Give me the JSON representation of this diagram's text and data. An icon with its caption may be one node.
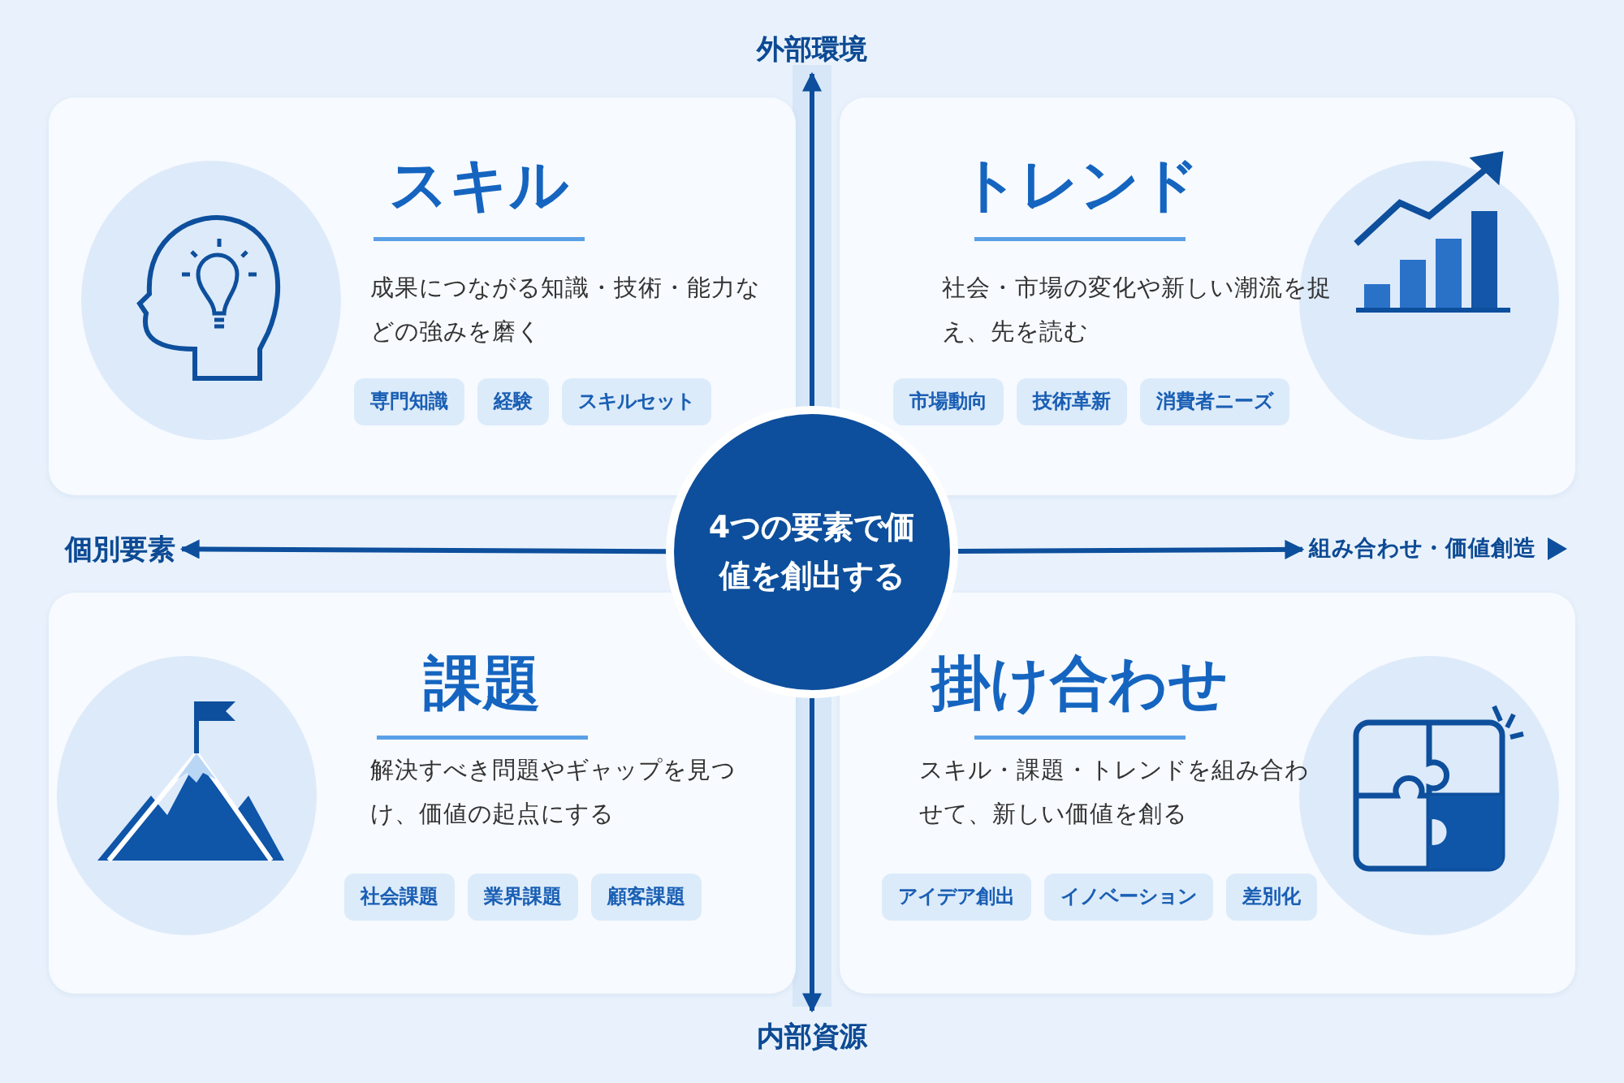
{
  "diagram": {
    "nodes": [
      {
        "text": [
          "外部環境"
        ]
      },
      {
        "text": [
          "スキル",
          "成果につながる知識・技術・能力などの強みを磨く"
        ]
      },
      {
        "text": [
          "専門知識"
        ],
        "in": 1
      },
      {
        "text": [
          "経験"
        ],
        "in": 1
      },
      {
        "text": [
          "スキルセット"
        ],
        "in": 1
      },
      {
        "text": [
          "トレンド",
          "社会・市場の変化や新しい潮流を捉え、先を読む"
        ]
      },
      {
        "text": [
          "市場動向"
        ],
        "in": 5
      },
      {
        "text": [
          "技術革新"
        ],
        "in": 5
      },
      {
        "text": [
          "消費者ニーズ"
        ],
        "in": 5
      },
      {
        "text": [
          "個別要素"
        ]
      },
      {
        "text": [
          "4つの要素で価値を創出する"
        ]
      },
      {
        "text": [
          "組み合わせ・価値創造"
        ]
      },
      {
        "text": [
          "課題",
          "解決すべき問題やギャップを見つけ、価値の起点にする"
        ]
      },
      {
        "text": [
          "社会課題"
        ],
        "in": 12
      },
      {
        "text": [
          "業界課題"
        ],
        "in": 12
      },
      {
        "text": [
          "顧客課題"
        ],
        "in": 12
      },
      {
        "text": [
          "掛け合わせ",
          "スキル・課題・トレンドを組み合わせて、新しい価値を創る"
        ]
      },
      {
        "text": [
          "アイデア創出"
        ],
        "in": 16
      },
      {
        "text": [
          "イノベーション"
        ],
        "in": 16
      },
      {
        "text": [
          "差別化"
        ],
        "in": 16
      },
      {
        "text": [
          "内部資源"
        ]
      }
    ],
    "edges": [
      {
        "from": 10,
        "to": 0,
        "arrow": "to"
      },
      {
        "from": 10,
        "to": 9,
        "arrow": "to"
      },
      {
        "from": 10,
        "to": 11,
        "arrow": "to"
      },
      {
        "from": 10,
        "to": 20,
        "arrow": "to"
      }
    ]
  }
}
